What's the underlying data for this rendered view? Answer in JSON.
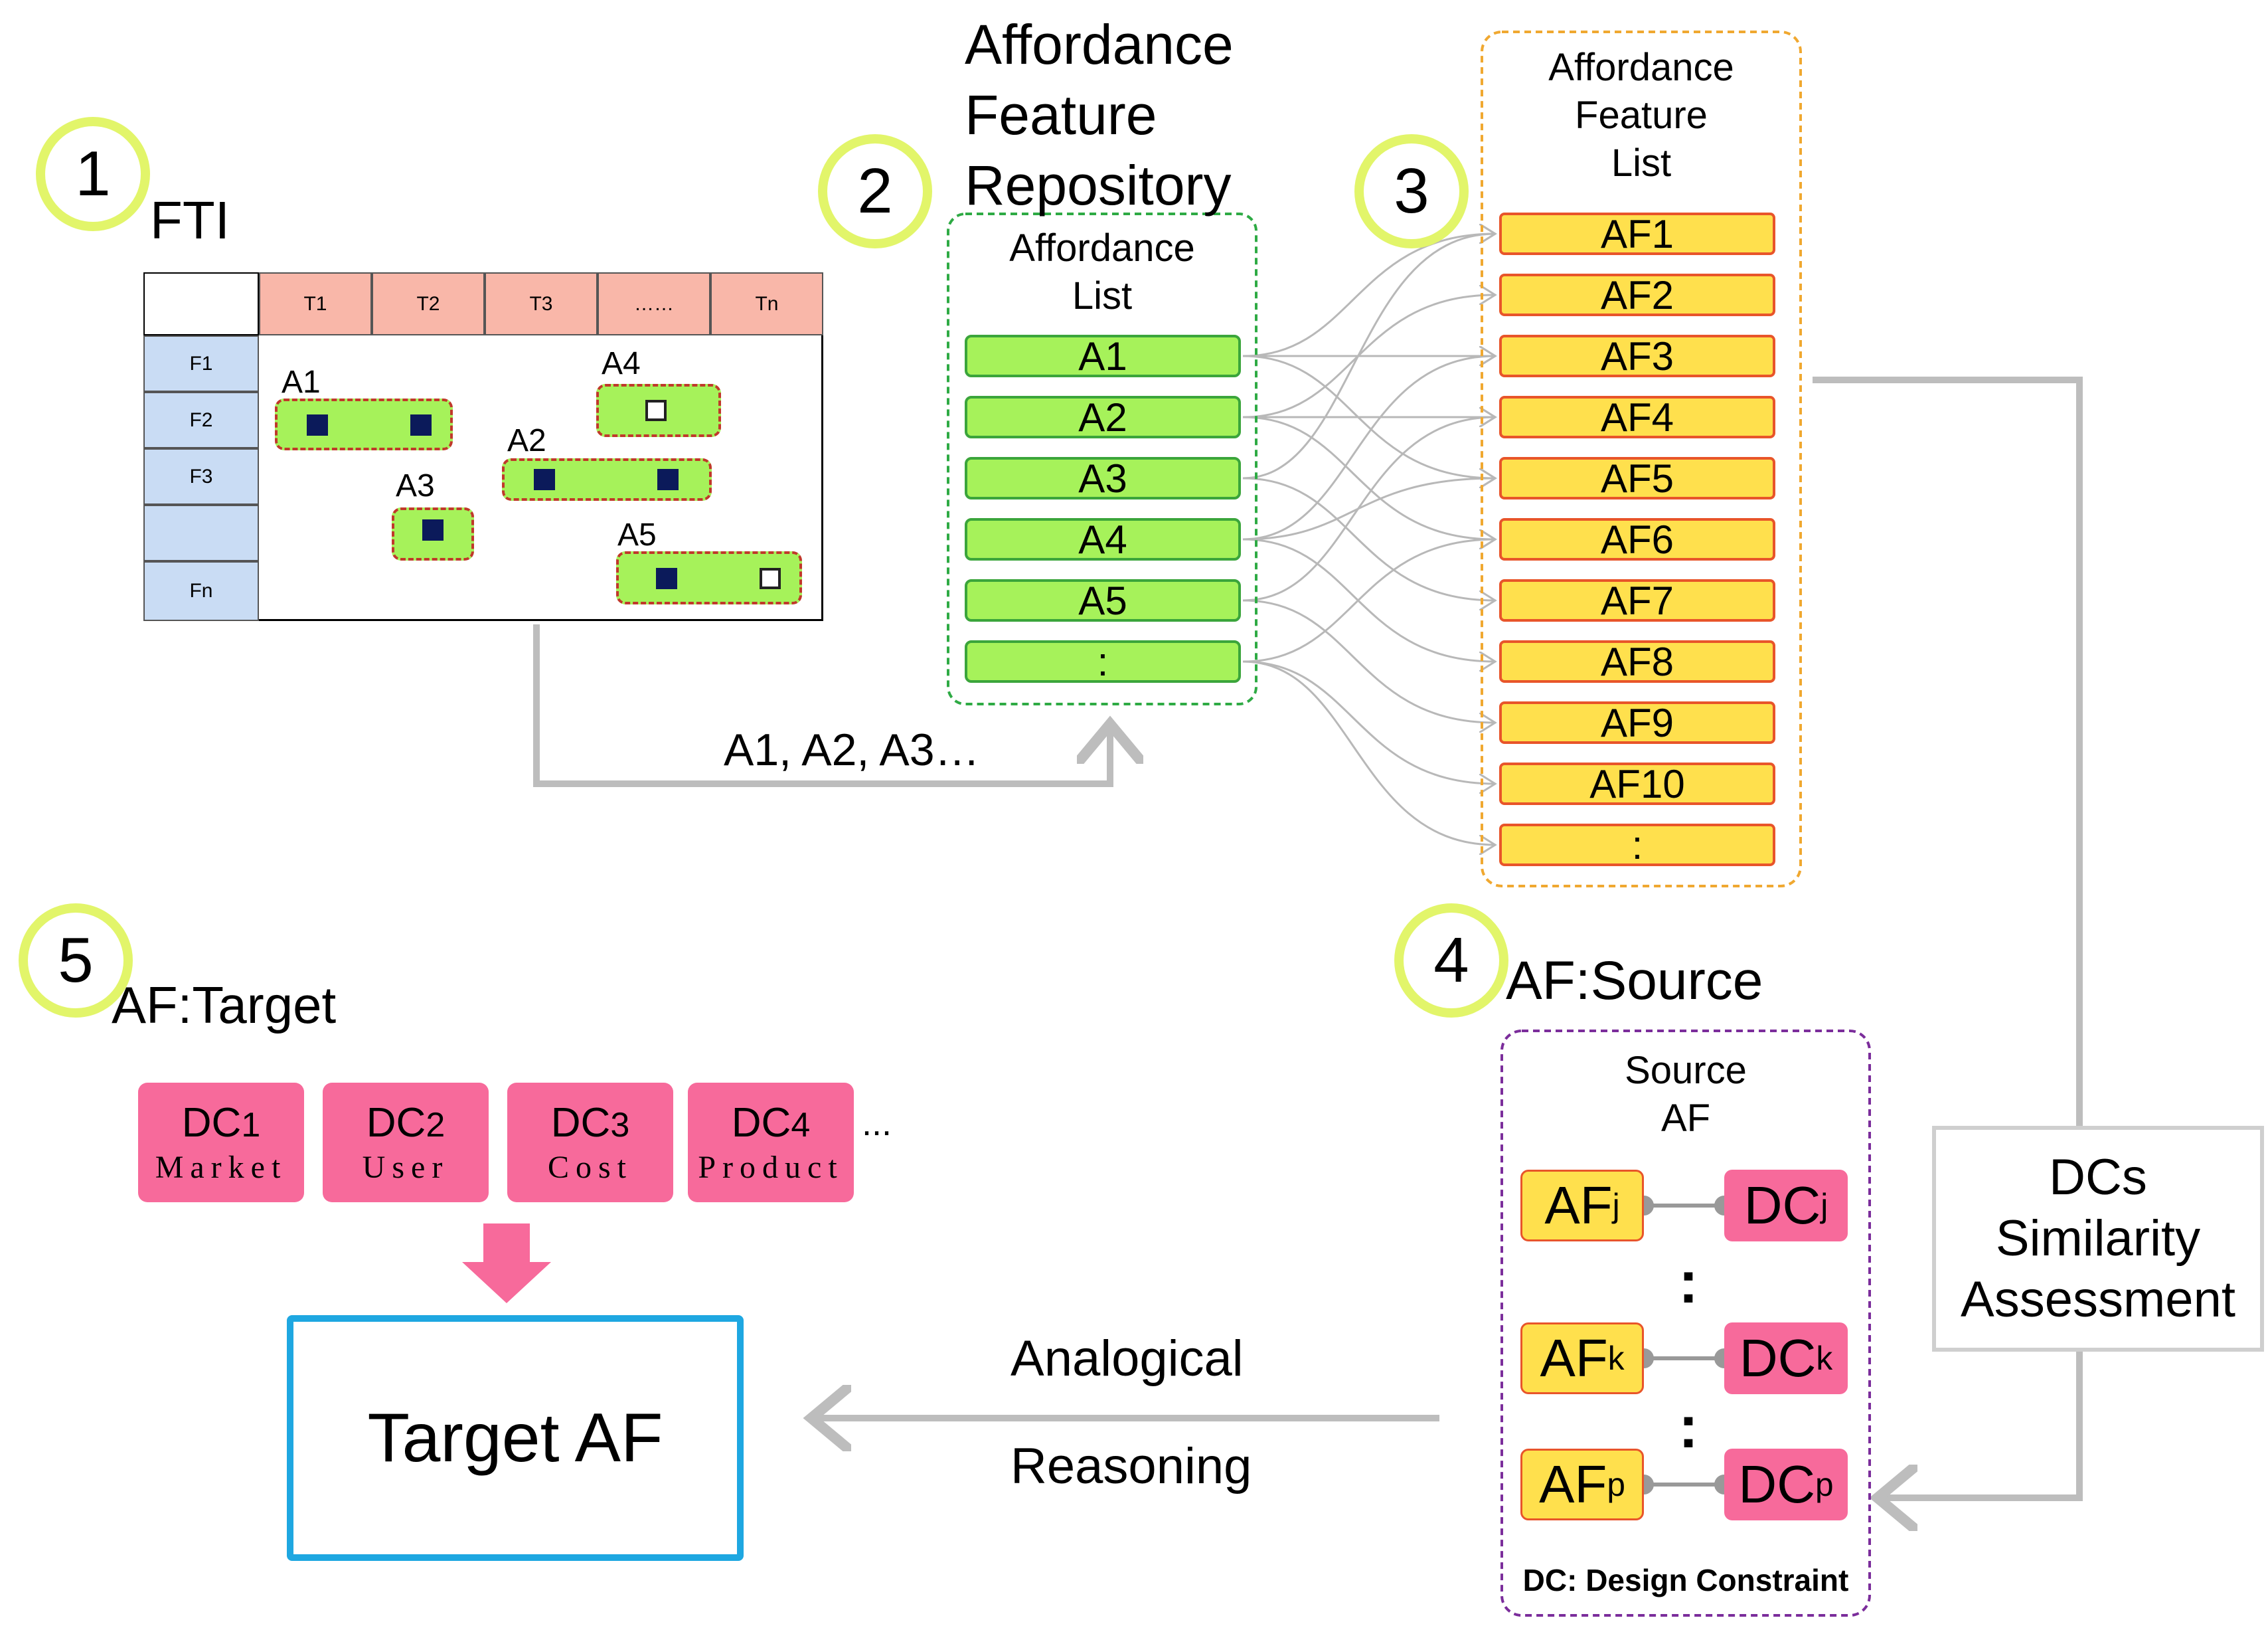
{
  "step_numbers": [
    "1",
    "2",
    "3",
    "4",
    "5"
  ],
  "fti": {
    "title": "FTI",
    "columns": [
      "T1",
      "T2",
      "T3",
      "……",
      "Tn"
    ],
    "rows": [
      "F1",
      "F2",
      "F3",
      "",
      "Fn"
    ],
    "bars": [
      {
        "label": "A1"
      },
      {
        "label": "A2"
      },
      {
        "label": "A3"
      },
      {
        "label": "A4"
      },
      {
        "label": "A5"
      }
    ]
  },
  "flow_label": "A1, A2, A3…",
  "repository": {
    "title_lines": [
      "Affordance",
      "Feature",
      "Repository"
    ],
    "list_title_lines": [
      "Affordance",
      "List"
    ],
    "items": [
      "A1",
      "A2",
      "A3",
      "A4",
      "A5",
      ":"
    ]
  },
  "feature_list": {
    "title_lines": [
      "Affordance",
      "Feature",
      "List"
    ],
    "items": [
      "AF1",
      "AF2",
      "AF3",
      "AF4",
      "AF5",
      "AF6",
      "AF7",
      "AF8",
      "AF9",
      "AF10",
      ":"
    ]
  },
  "similarity": {
    "lines": [
      "DCs",
      "Similarity",
      "Assessment"
    ]
  },
  "source": {
    "title": "AF:Source",
    "box_title_lines": [
      "Source",
      "AF"
    ],
    "pairs": [
      {
        "af": "AF",
        "af_sub": "j",
        "dc": "DC",
        "dc_sub": "j"
      },
      {
        "af": "AF",
        "af_sub": "k",
        "dc": "DC",
        "dc_sub": "k"
      },
      {
        "af": "AF",
        "af_sub": "p",
        "dc": "DC",
        "dc_sub": "p"
      }
    ],
    "ellipsis": ":",
    "footer": "DC: Design Constraint"
  },
  "reasoning": {
    "lines": [
      "Analogical",
      "Reasoning"
    ]
  },
  "target": {
    "title": "AF:Target",
    "constraints": [
      {
        "code": "DC",
        "sub": "1",
        "name": "Market"
      },
      {
        "code": "DC",
        "sub": "2",
        "name": "User"
      },
      {
        "code": "DC",
        "sub": "3",
        "name": "Cost"
      },
      {
        "code": "DC",
        "sub": "4",
        "name": "Product"
      }
    ],
    "more": "...",
    "result": "Target AF"
  },
  "colors": {
    "step_ring": "#e2f56a",
    "affordance_green": "#a6f25a",
    "feature_yellow": "#ffe04d",
    "constraint_pink": "#f76a9b",
    "header_salmon": "#f9b7a9",
    "row_blue": "#c9dcf4",
    "target_border": "#1ea7e1",
    "connector_gray": "#bdbdbd"
  }
}
